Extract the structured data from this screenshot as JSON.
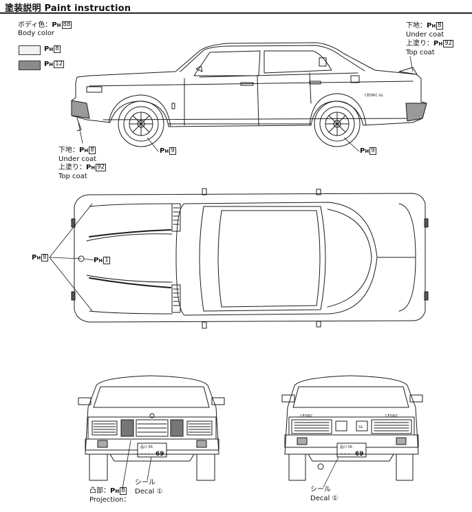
{
  "header": {
    "title_jp": "塗装説明",
    "title_en": "Paint instruction"
  },
  "colors": {
    "swatch_light": "#f2f2f2",
    "swatch_dark": "#8a8a8a",
    "line": "#1a1a1a"
  },
  "body_color": {
    "label_jp": "ボディ色：",
    "label_en": "Body color",
    "code": "88",
    "swatches": [
      {
        "code": "8"
      },
      {
        "code": "12"
      }
    ]
  },
  "ph_prefix": "P",
  "ph_sub": "H",
  "rear_side_note": {
    "under_jp": "下地：",
    "under_code": "8",
    "under_en": "Under coat",
    "top_jp": "上塗り：",
    "top_code": "92",
    "top_en": "Top coat"
  },
  "front_side_note": {
    "under_jp": "下地：",
    "under_code": "8",
    "under_en": "Under coat",
    "top_jp": "上塗り：",
    "top_code": "92",
    "top_en": "Top coat"
  },
  "wheel_notes": [
    {
      "code": "9"
    },
    {
      "code": "9"
    }
  ],
  "top_view_notes": {
    "left_code": "8",
    "center_code": "1"
  },
  "front_view_notes": {
    "projection_jp": "凸部：",
    "projection_code": "8",
    "projection_en": "Projection：",
    "decal_jp": "シール",
    "decal_en": "Decal",
    "decal_num": "①",
    "plate_top": "品川 56",
    "plate_num": "69",
    "plate_dots": "・・・"
  },
  "rear_view_notes": {
    "decal_jp": "シール",
    "decal_en": "Decal",
    "decal_num": "①",
    "plate_top": "品川 56",
    "plate_num": "69",
    "plate_dots": "・・・",
    "badge_left": "CEDRIC",
    "badge_center": "GL"
  },
  "side_badge": "CEDRIC GL"
}
